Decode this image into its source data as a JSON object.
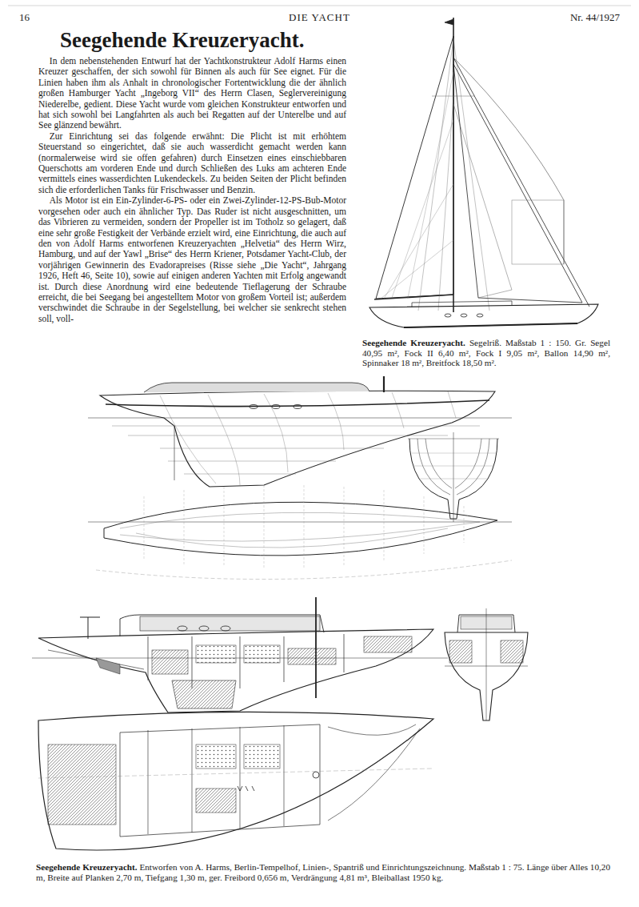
{
  "diagram": {
    "title": "Seegehende Kreuzeryacht.",
    "caption": "Entworfen von A. Harms, Berlin-Tempelhof, Linien-, Spantriß und Einrichtungszeichnung. Maßstab 1 : 75. Länge über Alles 10,20 m, Breite auf Planken 2,70 m, Tiefgang 1,30 m, ger. Freibord 0,656 m, Verdrängung 4,81 m³, Bleiballast 1950 kg.",
    "labels": [
      "16",
      "DIE YACHT",
      "Nr. 44/1927",
      "In dem nebenstehenden Entwurf hat der Yachtkonstrukteur Adolf Harms einen Kreuzer geschaffen, der sich sowohl für Binnen als auch für See eignet. Für die Linien haben ihm als Anhalt in chronologischer Fortentwicklung die der ähnlich großen Hamburger Yacht „Ingeborg VII“ des Herrn Clasen, Seglervereinigung Niederelbe, gedient. Diese Yacht wurde vom gleichen Konstrukteur entworfen und hat sich sowohl bei Langfahrten als auch bei Regatten auf der Unterelbe und auf See glänzend bewährt.",
      "Zur Einrichtung sei das folgende erwähnt: Die Plicht ist mit erhöhtem Steuerstand so eingerichtet, daß sie auch wasserdicht gemacht werden kann (normalerweise wird sie offen gefahren) durch Einsetzen eines einschiebbaren Querschotts am vorderen Ende und durch Schließen des Luks am achteren Ende vermittels eines wasserdichten Lukendeckels. Zu beiden Seiten der Plicht befinden sich die erforderlichen Tanks für Frischwasser und Benzin.",
      "Als Motor ist ein Ein-Zylinder-6-PS- oder ein Zwei-Zylinder-12-PS-Bub-Motor vorgesehen oder auch ein ähnlicher Typ. Das Ruder ist nicht ausgeschnitten, um das Vibrieren zu vermeiden, sondern der Propeller ist im Totholz so gelagert, daß eine sehr große Festigkeit der Verbände erzielt wird, eine Einrichtung, die auch auf den von Adolf Harms entworfenen Kreuzeryachten „Helvetia“ des Herrn Wirz, Hamburg, und auf der Yawl „Brise“ des Herrn Kriener, Potsdamer Yacht-Club, der vorjährigen Gewinnerin des Evadorapreises (Risse siehe „Die Yacht“, Jahrgang 1926, Heft 46, Seite 10), sowie auf einigen anderen Yachten mit Erfolg angewandt ist. Durch diese Anordnung wird eine bedeutende Tieflagerung der Schraube erreicht, die bei Seegang bei angestelltem Motor von großem Vorteil ist; außerdem verschwindet die Schraube in der Segelstellung, bei welcher sie senkrecht stehen soll, voll-",
      "Seegehende Kreuzeryacht.",
      "Segelriß. Maßstab 1 : 150. Gr. Segel 40,95 m², Fock II 6,40 m², Fock I 9,05 m², Ballon 14,90 m², Spinnaker 18 m², Breitfock 18,50 m².",
      "Seegehende Kreuzeryacht."
    ]
  }
}
